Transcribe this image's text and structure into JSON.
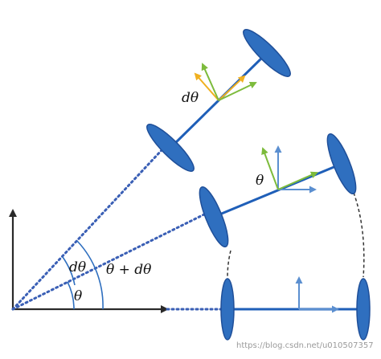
{
  "labels": {
    "dtheta_top": "dθ",
    "theta_mid": "θ",
    "angle_small": "dθ",
    "angle_total": "θ + dθ",
    "angle_theta": "θ"
  },
  "watermark": "https://blog.csdn.net/u010507357",
  "colors": {
    "wheel_fill": "#2f6fbf",
    "wheel_stroke": "#1f4f99",
    "axle": "#1f5fb8",
    "dotted": "#3a5fb5",
    "axis": "#2a2a2a",
    "green_arrow": "#7dbb3c",
    "yellow_arrow": "#f0b020",
    "blue_arrow": "#5b8fd0",
    "angle_arc": "#2f6fbf",
    "dashed_path": "#333333"
  },
  "icons": {
    "origin_axes": "xy-axes-icon",
    "wheel": "wheel-ellipse-icon"
  }
}
